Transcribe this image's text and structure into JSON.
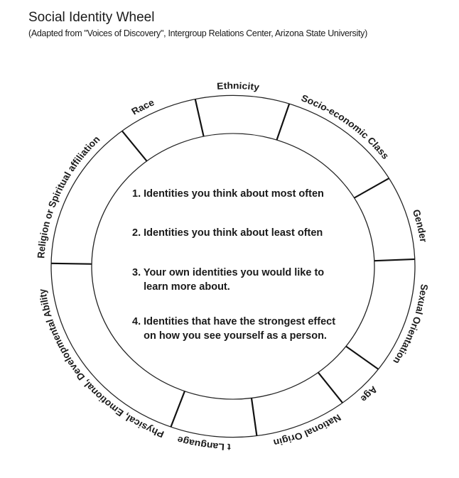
{
  "title": "Social Identity Wheel",
  "subtitle": "(Adapted from \"Voices of Discovery\", Intergroup Relations Center, Arizona State University)",
  "segments": [
    {
      "label": "Ethnicity",
      "label_angle": 1.5
    },
    {
      "label": "Socio-economic Class",
      "label_angle": 37
    },
    {
      "label": "Gender",
      "label_angle": 77
    },
    {
      "label": "Sexual Orientation",
      "label_angle": 109
    },
    {
      "label": "Age",
      "label_angle": 135
    },
    {
      "label": "National Origin",
      "label_angle": 157
    },
    {
      "label": "First Language",
      "label_angle": 186
    },
    {
      "label": "Physical, Emotional, Developmental Ability",
      "label_angle": 232
    },
    {
      "label": "Religion or Spiritual affiliation",
      "label_angle": 294
    },
    {
      "label": "Race",
      "label_angle": 332
    }
  ],
  "divider_angles": [
    18,
    59,
    87.6,
    127,
    143,
    172.5,
    200,
    271,
    322.4,
    348
  ],
  "prompts": [
    "1. Identities you think about most often",
    "2. Identities you think about least often",
    "3. Your own identities you would like to\n    learn more about.",
    "4. Identities that have the strongest effect\n    on how you see yourself as a person."
  ]
}
